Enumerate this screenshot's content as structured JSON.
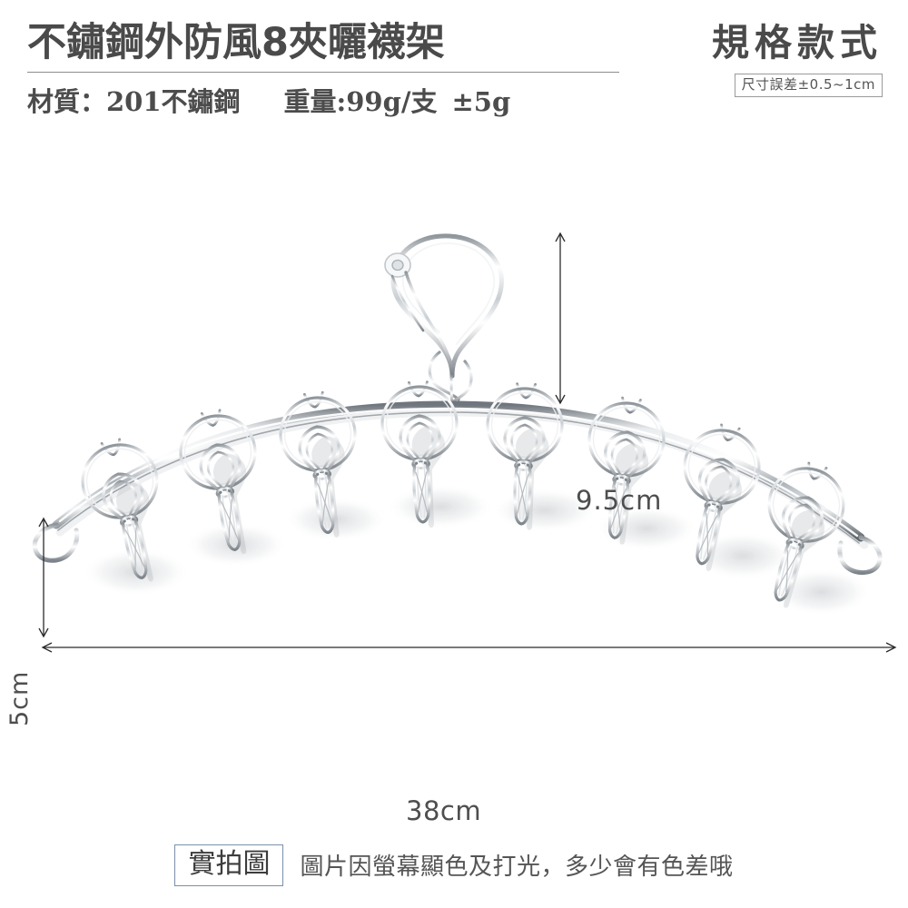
{
  "header": {
    "product_title": "不鏽鋼外防風8夾曬襪架",
    "material_label": "材質：201不鏽鋼",
    "weight_label": "重量:99g/支",
    "weight_tolerance": "±5g",
    "section_title": "規格款式",
    "size_tolerance": "尺寸誤差±0.5~1cm"
  },
  "dimensions": {
    "height": "9.5cm",
    "width": "38cm",
    "depth": "5cm"
  },
  "product": {
    "name": "stainless-steel-windproof-8-clip-sock-hanger",
    "clip_count": 8
  },
  "footer": {
    "badge": "實拍圖",
    "note": "圖片因螢幕顯色及打光，多少會有色差哦"
  },
  "colors": {
    "background": "#ffffff",
    "text_dark": "#4a4a4a",
    "text_mid": "#555555",
    "rule": "#8d8d8d",
    "tolerance_border": "#9a9a9a",
    "badge_border": "#7b90a8",
    "dimension_line": "#2b2b2b",
    "metal_light": "#fdfdfd",
    "metal_mid": "#b9bdc2",
    "metal_dark": "#6d7278"
  }
}
